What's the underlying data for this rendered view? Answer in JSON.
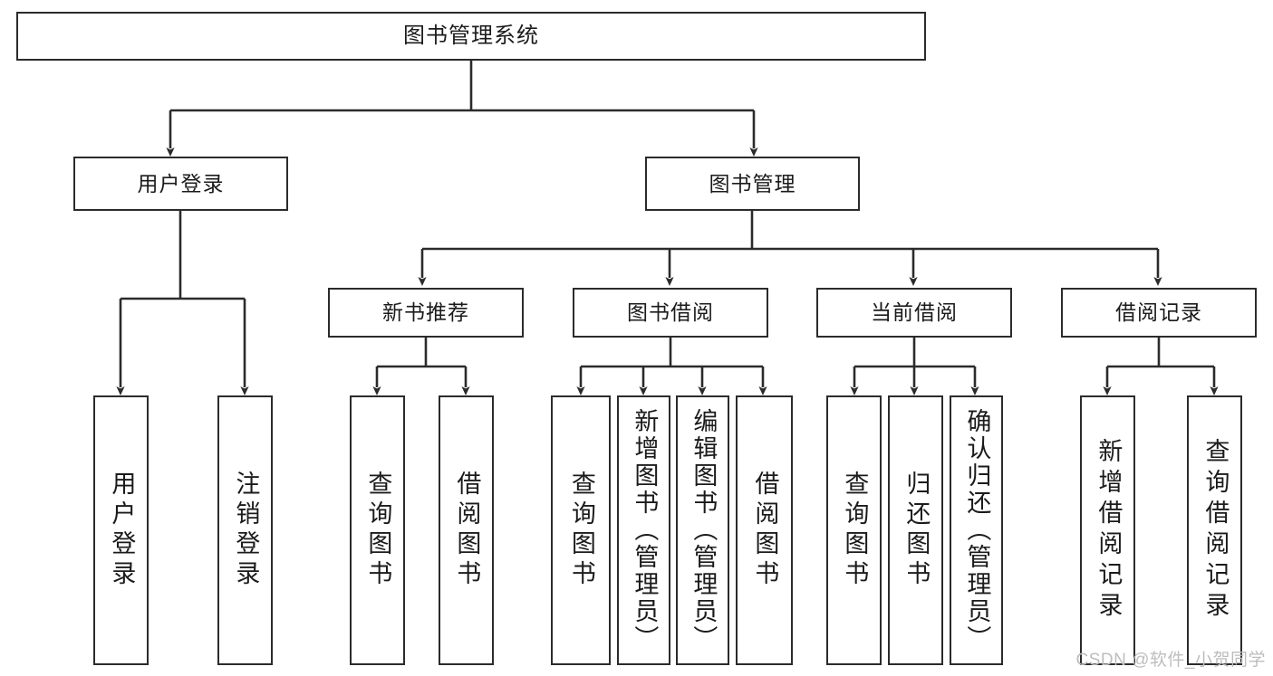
{
  "diagram": {
    "title": "图书管理系统",
    "watermark": "CSDN @软件_小贺同学",
    "stroke_color": "#2b2b2b",
    "background_color": "#ffffff",
    "watermark_color": "#bdbdbd",
    "root": {
      "label": "图书管理系统"
    },
    "level1": [
      {
        "label": "用户登录"
      },
      {
        "label": "图书管理"
      }
    ],
    "level2": [
      {
        "label": "新书推荐"
      },
      {
        "label": "图书借阅"
      },
      {
        "label": "当前借阅"
      },
      {
        "label": "借阅记录"
      }
    ],
    "leaves": {
      "user_login": [
        {
          "label": "用户登录"
        },
        {
          "label": "注销登录"
        }
      ],
      "new_book": [
        {
          "label": "查询图书"
        },
        {
          "label": "借阅图书"
        }
      ],
      "borrow_book": [
        {
          "label": "查询图书"
        },
        {
          "label": "新增图书（管理员）"
        },
        {
          "label": "编辑图书（管理员）"
        },
        {
          "label": "借阅图书"
        }
      ],
      "current_borrow": [
        {
          "label": "查询图书"
        },
        {
          "label": "归还图书"
        },
        {
          "label": "确认归还（管理员）"
        }
      ],
      "borrow_record": [
        {
          "label": "新增借阅记录"
        },
        {
          "label": "查询借阅记录"
        }
      ]
    }
  }
}
